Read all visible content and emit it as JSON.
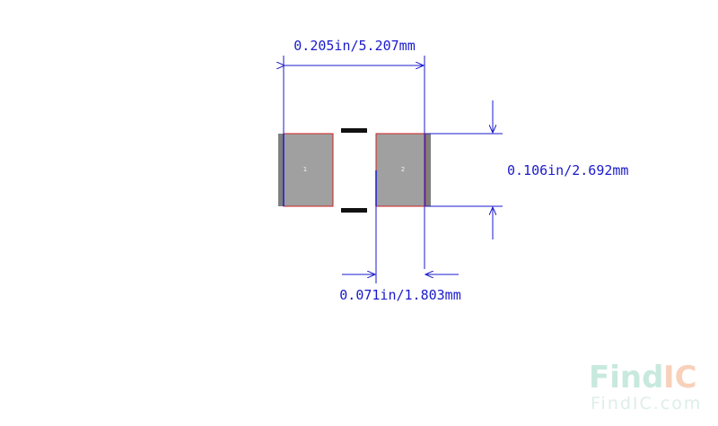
{
  "dimensions": {
    "overall_width": "0.205in/5.207mm",
    "overall_height": "0.106in/2.692mm",
    "pad_width": "0.071in/1.803mm"
  },
  "pads": [
    {
      "number": "1"
    },
    {
      "number": "2"
    }
  ],
  "logo": {
    "main_left": "Find",
    "main_right": "IC",
    "sub": "FindIC.com"
  },
  "colors": {
    "dimension": "#1a1acc",
    "pad_fill": "#a0a0a0",
    "pad_outline": "#cc2222",
    "body": "#7f7f7f",
    "marker": "#111111",
    "logo_left": "#bfe6d8",
    "logo_right": "#f7c9b0"
  }
}
